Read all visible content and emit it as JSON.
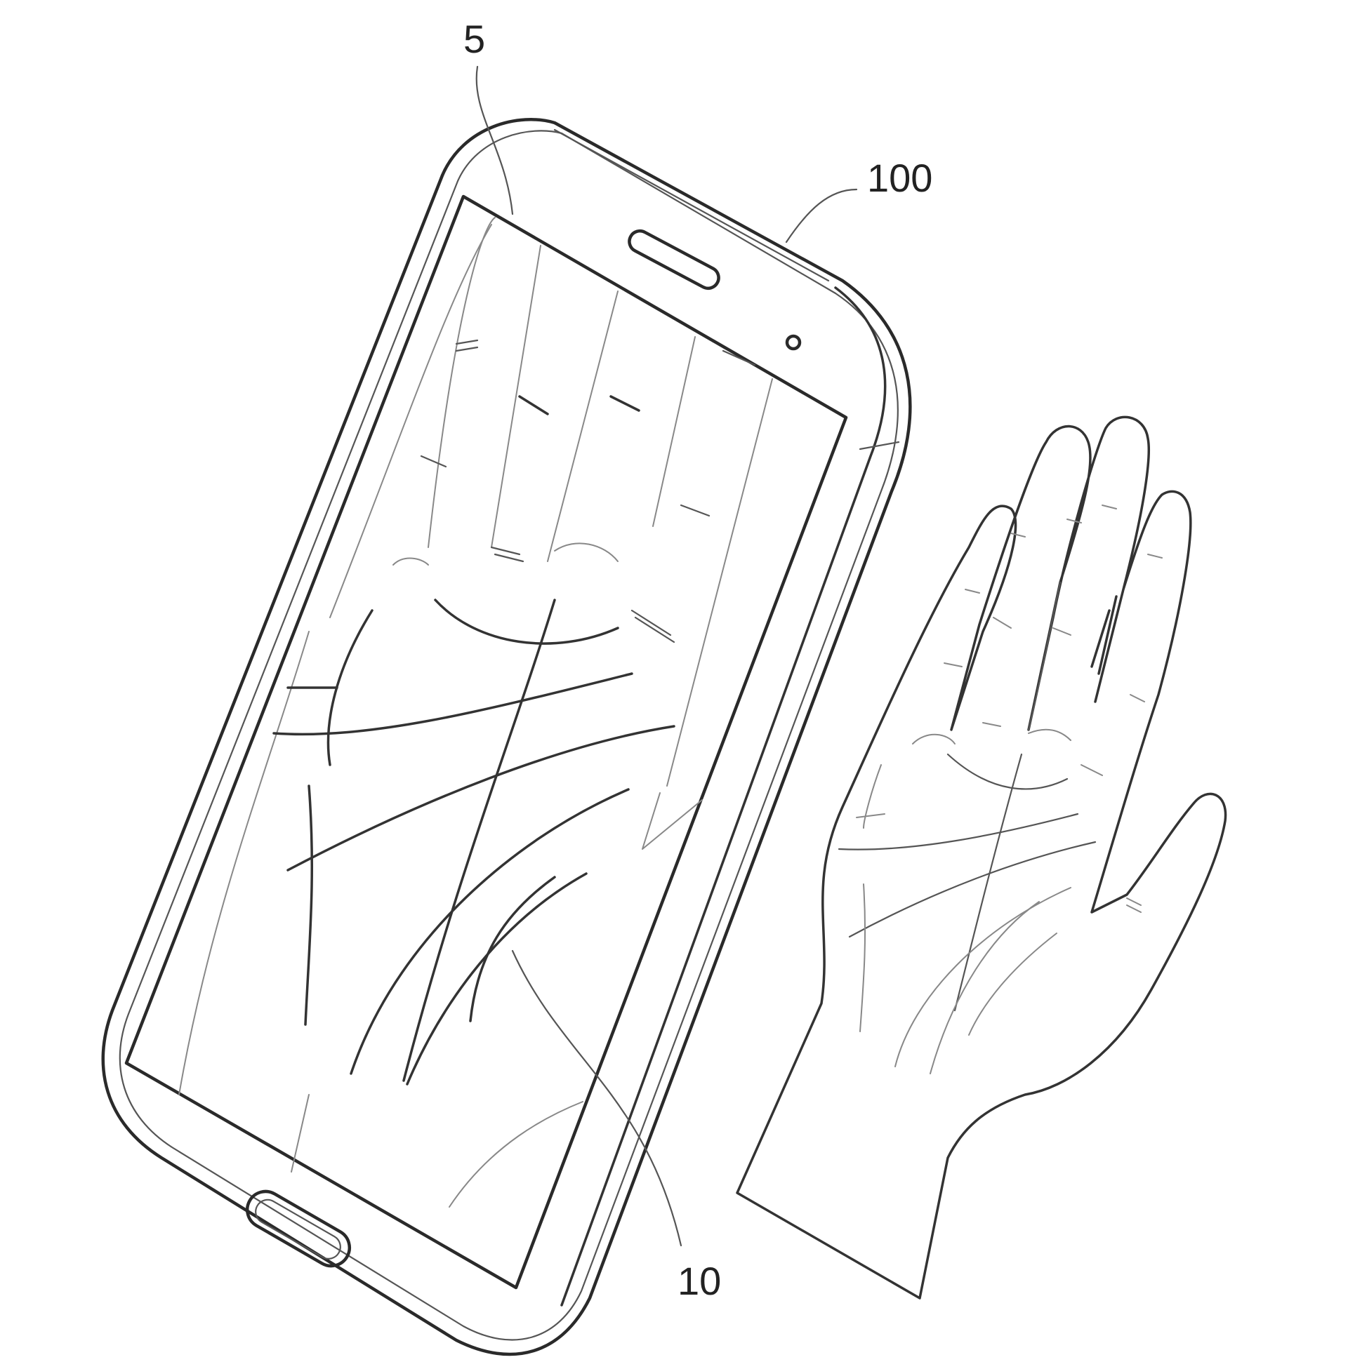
{
  "figure": {
    "labels": {
      "screen_ref": "5",
      "device_ref": "100",
      "palm_ref": "10"
    },
    "colors": {
      "line": "#2a2a2a",
      "background": "#ffffff"
    }
  }
}
